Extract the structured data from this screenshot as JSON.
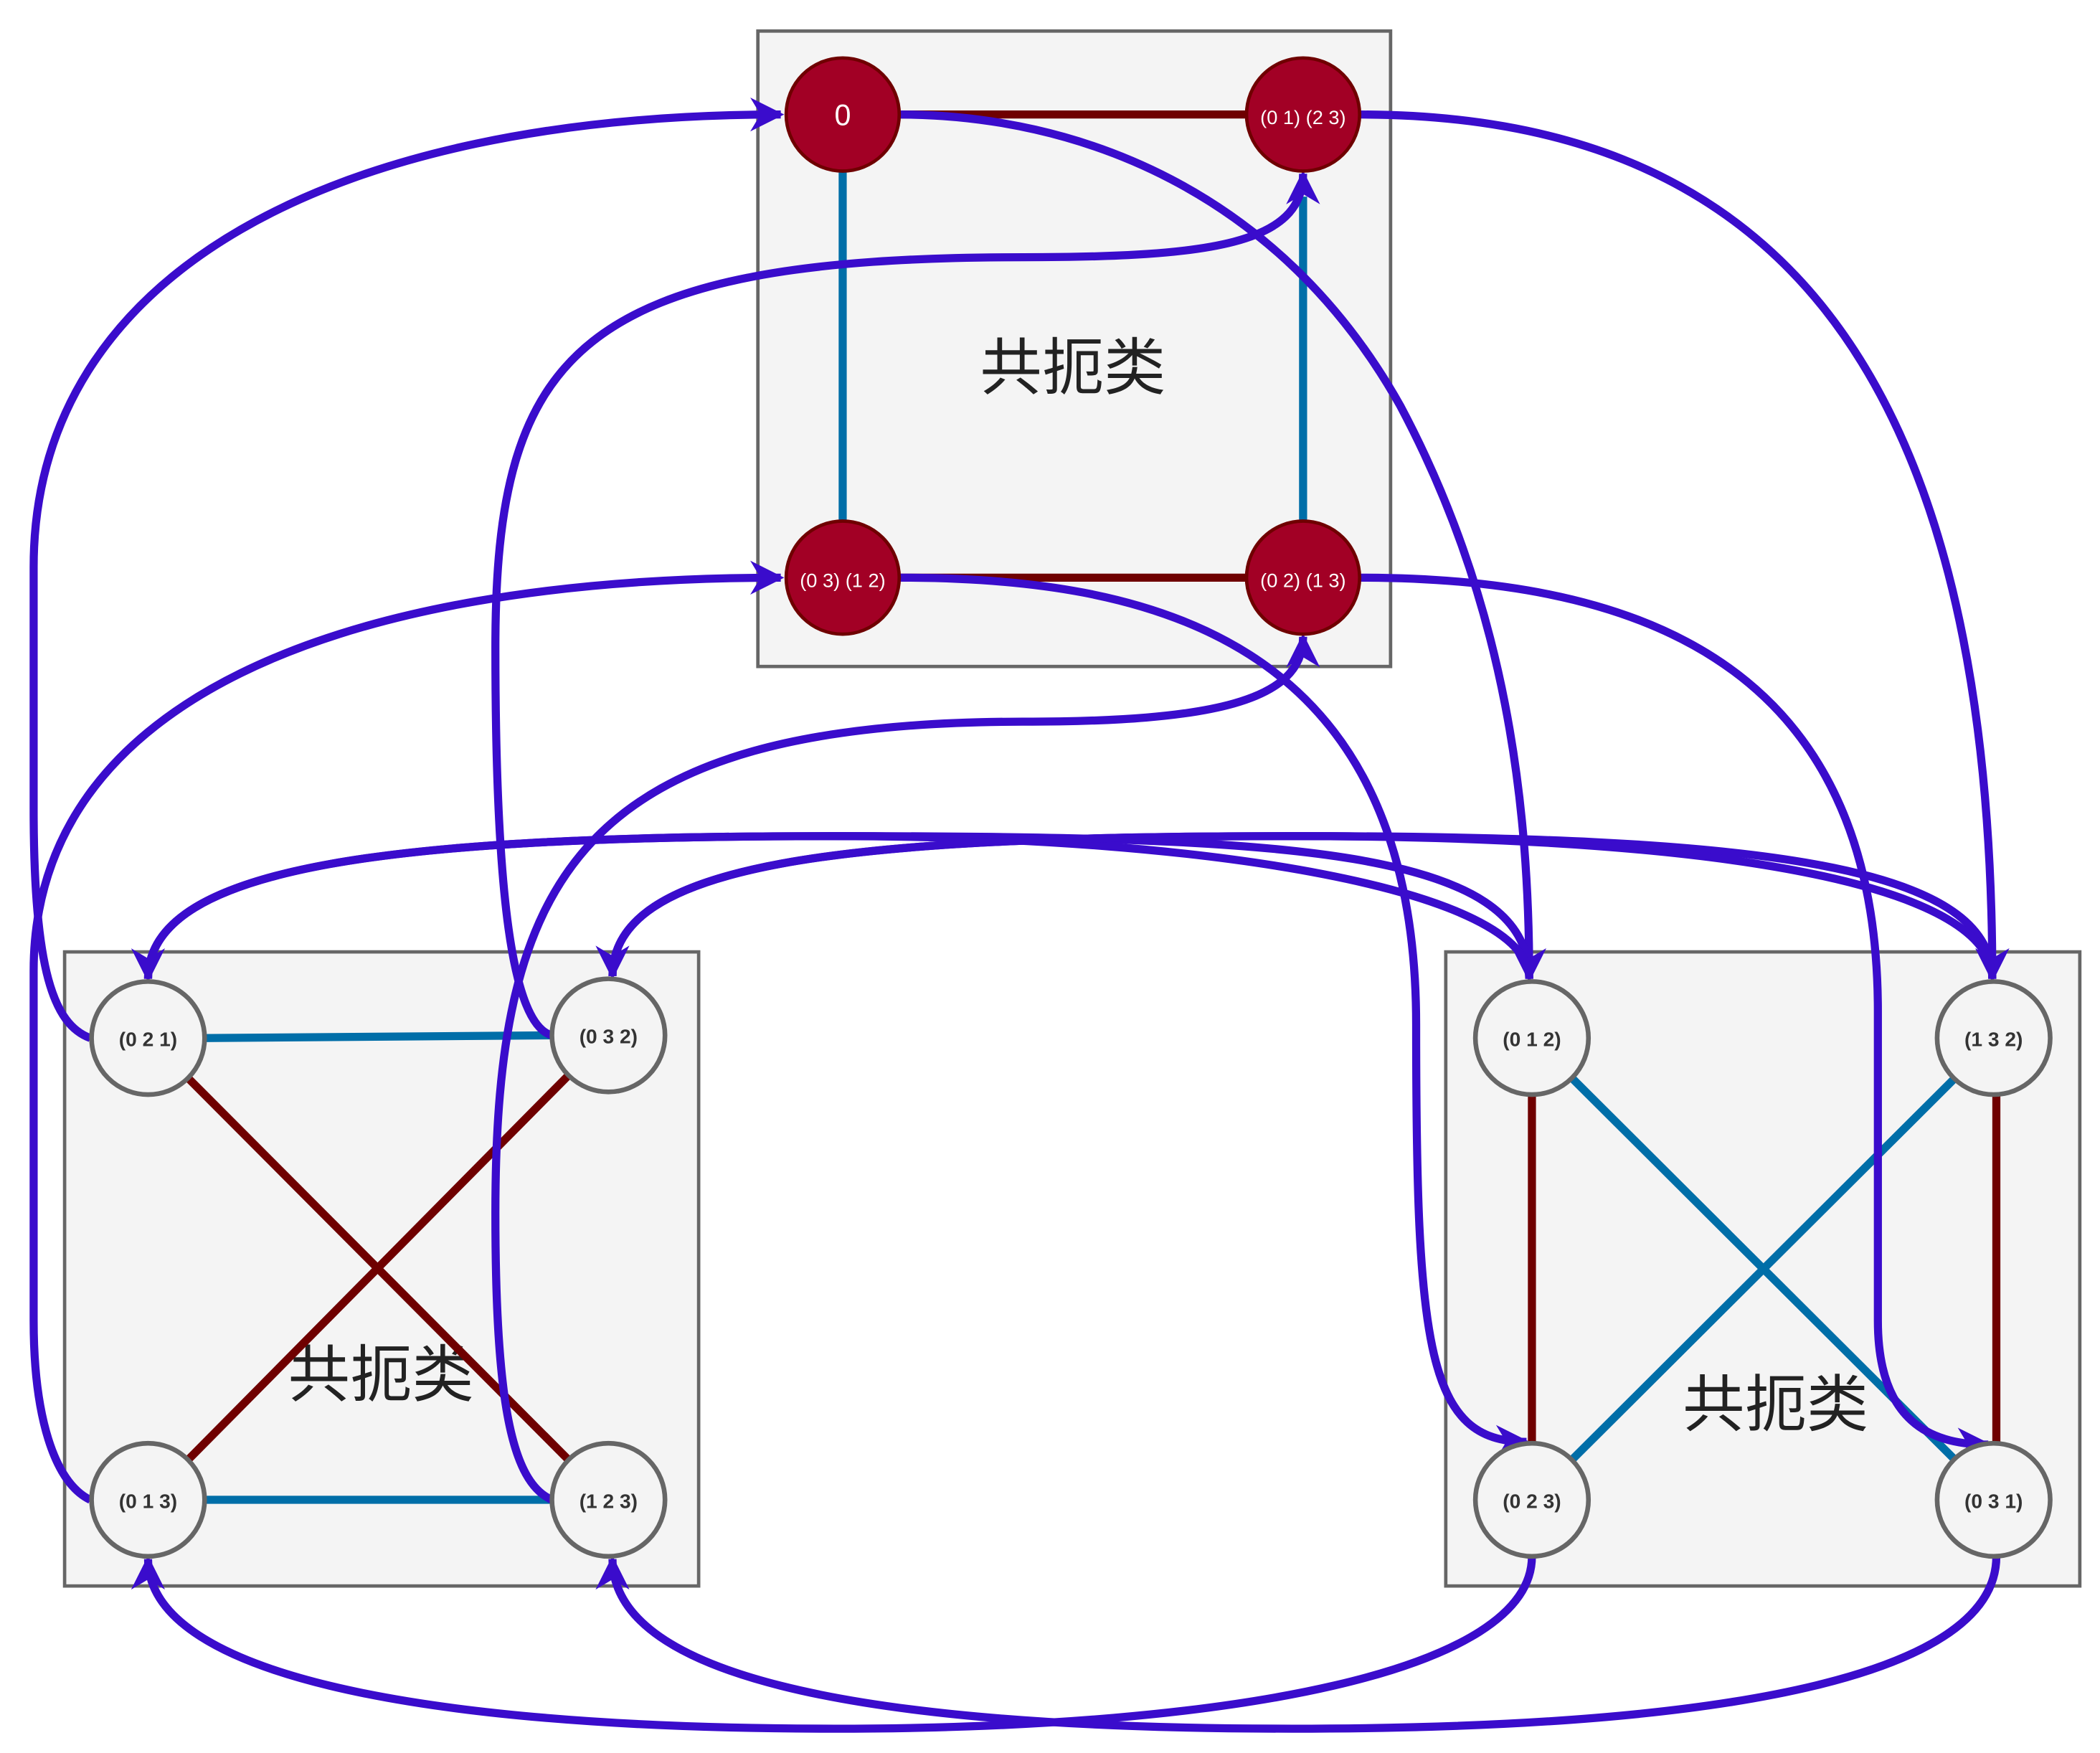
{
  "clusters": {
    "top": {
      "label": "共扼类"
    },
    "left": {
      "label": "共扼类"
    },
    "right": {
      "label": "共扼类"
    }
  },
  "nodes": {
    "identity": "0",
    "p0123": "(0 1) (2 3)",
    "p0312": "(0 3) (1 2)",
    "p0213": "(0 2) (1 3)",
    "c021": "(0 2 1)",
    "c032": "(0 3 2)",
    "c013": "(0 1 3)",
    "c123": "(1 2 3)",
    "c012": "(0 1 2)",
    "c132": "(1 3 2)",
    "c023": "(0 2 3)",
    "c031": "(0 3 1)"
  },
  "colors": {
    "node_red_fill": "#a20025",
    "node_gray_fill": "#f4f4f4",
    "edge_red": "#6f0000",
    "edge_blue": "#006ea8",
    "arrow": "#3a0ccc"
  }
}
